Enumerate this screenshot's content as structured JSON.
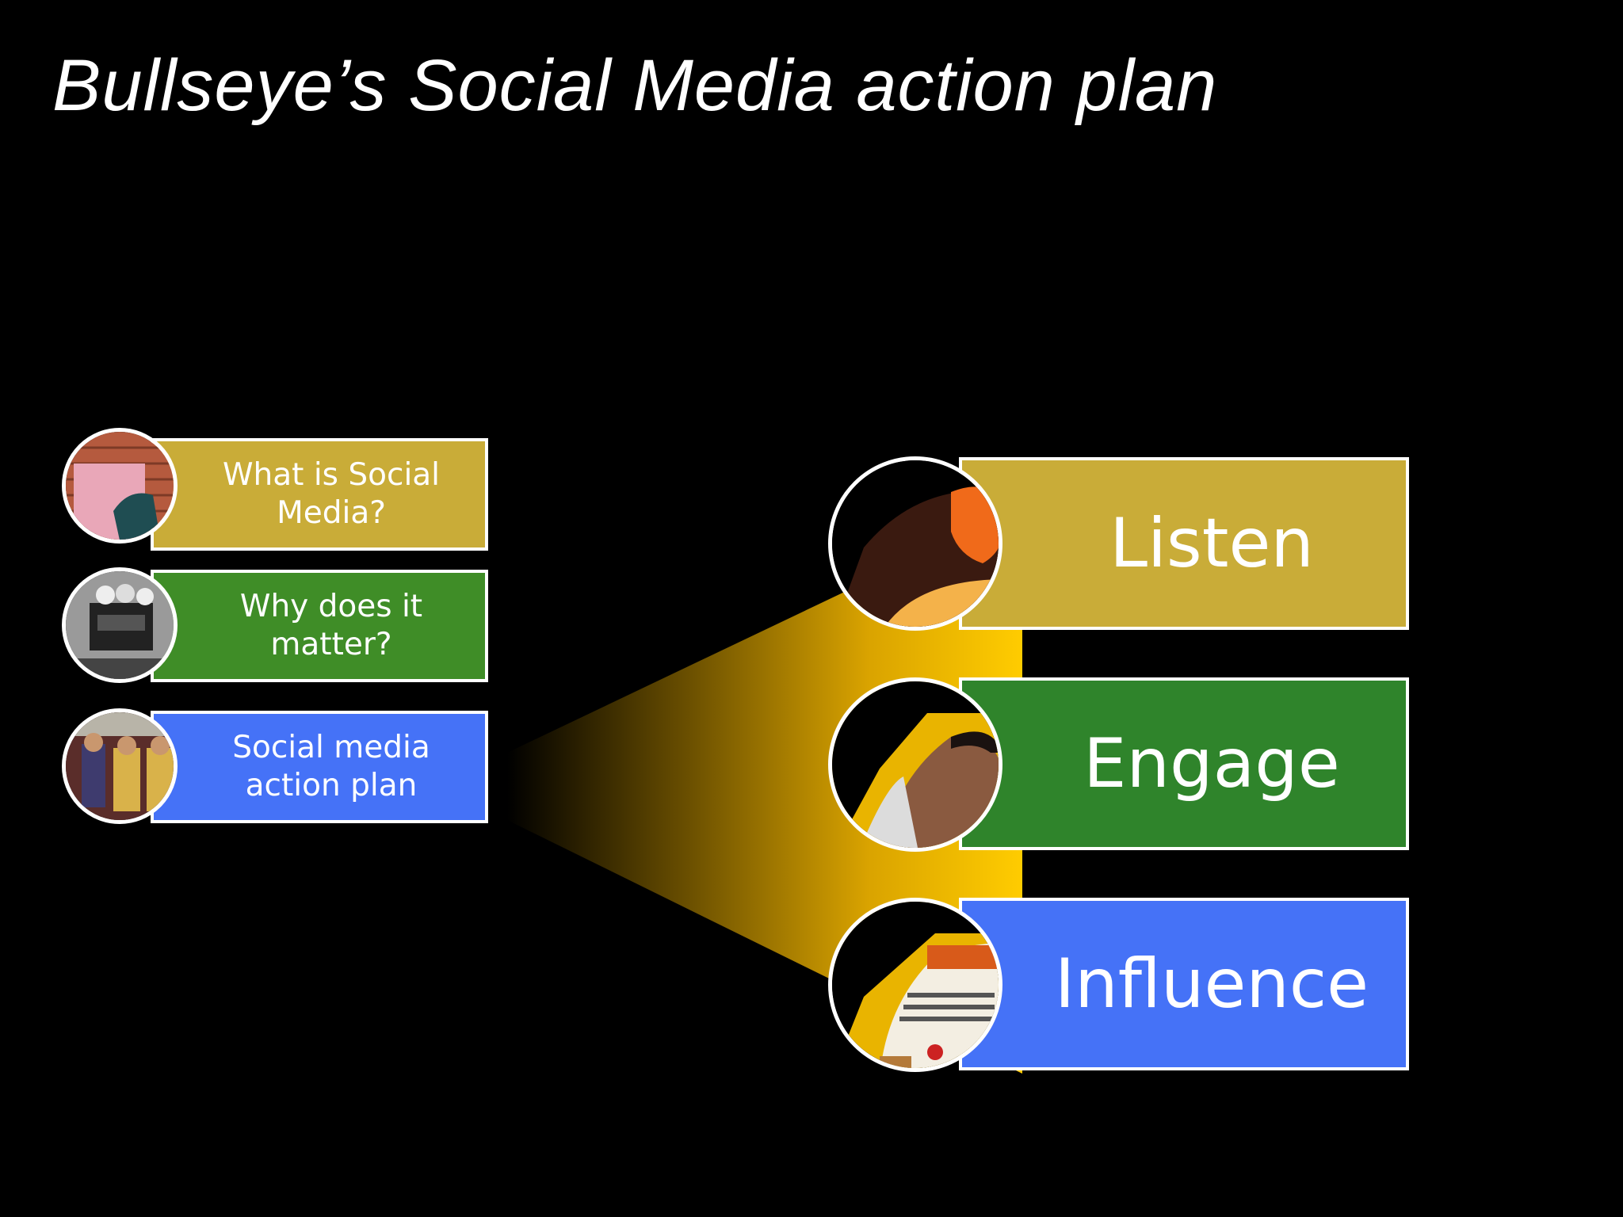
{
  "slide": {
    "title": "Bullseye’s Social Media action plan"
  },
  "agenda": [
    {
      "label": "What is Social\nMedia?",
      "color": "#c9ac38",
      "icon": "brick-wall-photo-icon"
    },
    {
      "label": "Why does it\nmatter?",
      "color": "#3f8d27",
      "icon": "old-photo-icon"
    },
    {
      "label": "Social media\naction plan",
      "color": "#4572f7",
      "icon": "crew-photo-icon"
    }
  ],
  "steps": [
    {
      "label": "Listen",
      "color": "#c9ac38",
      "icon": "ear-photo-icon"
    },
    {
      "label": "Engage",
      "color": "#2f842b",
      "icon": "face-photo-icon"
    },
    {
      "label": "Influence",
      "color": "#4572f7",
      "icon": "article-photo-icon"
    }
  ],
  "colors": {
    "background": "#000000",
    "beam": "#f2c200"
  }
}
